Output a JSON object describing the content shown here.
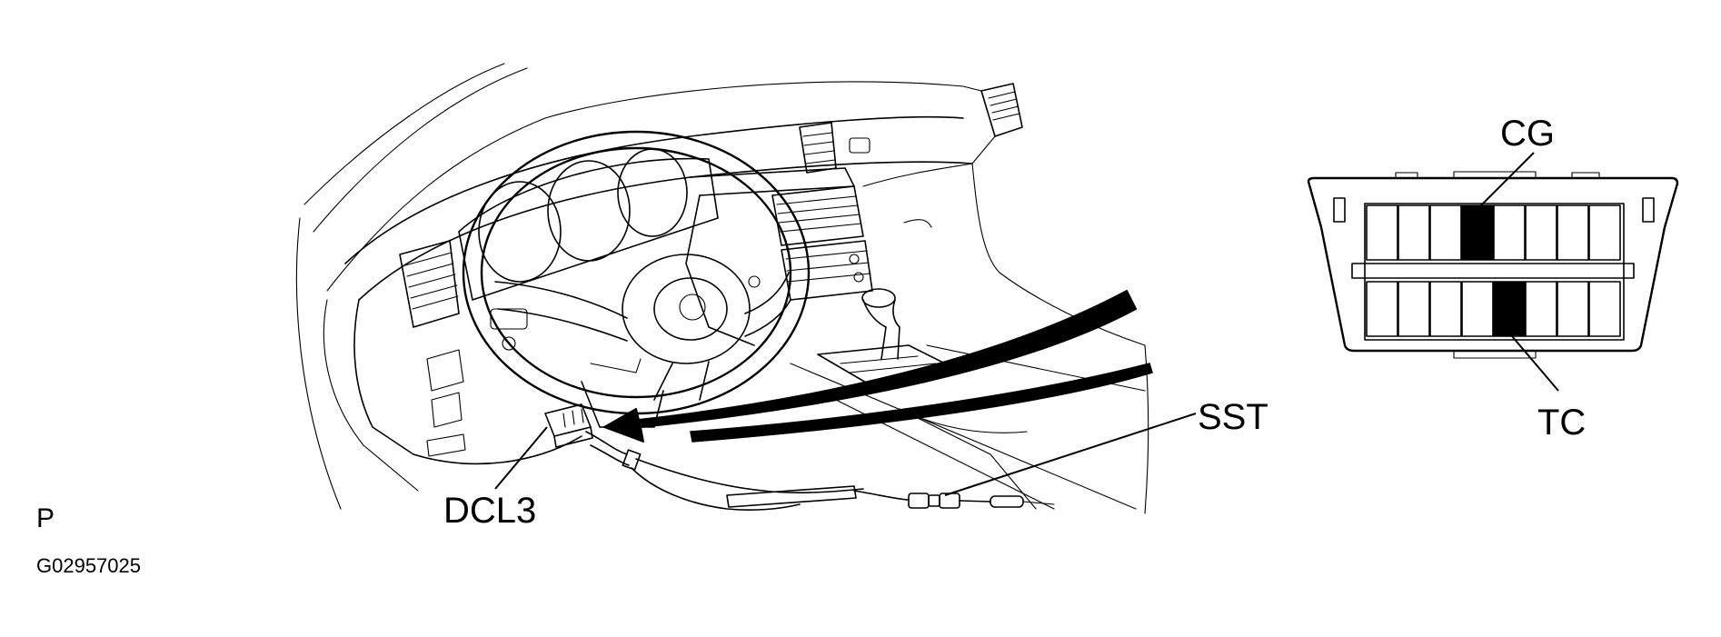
{
  "labels": {
    "dcl3": "DCL3",
    "sst": "SST",
    "cg": "CG",
    "tc": "TC",
    "page_letter": "P",
    "figure_code": "G02957025"
  },
  "connector": {
    "upper_row_pins": 8,
    "lower_row_pins": 8,
    "highlighted_pins": [
      {
        "name": "CG",
        "row": "upper",
        "index": 4
      },
      {
        "name": "TC",
        "row": "lower",
        "index": 5
      }
    ]
  }
}
